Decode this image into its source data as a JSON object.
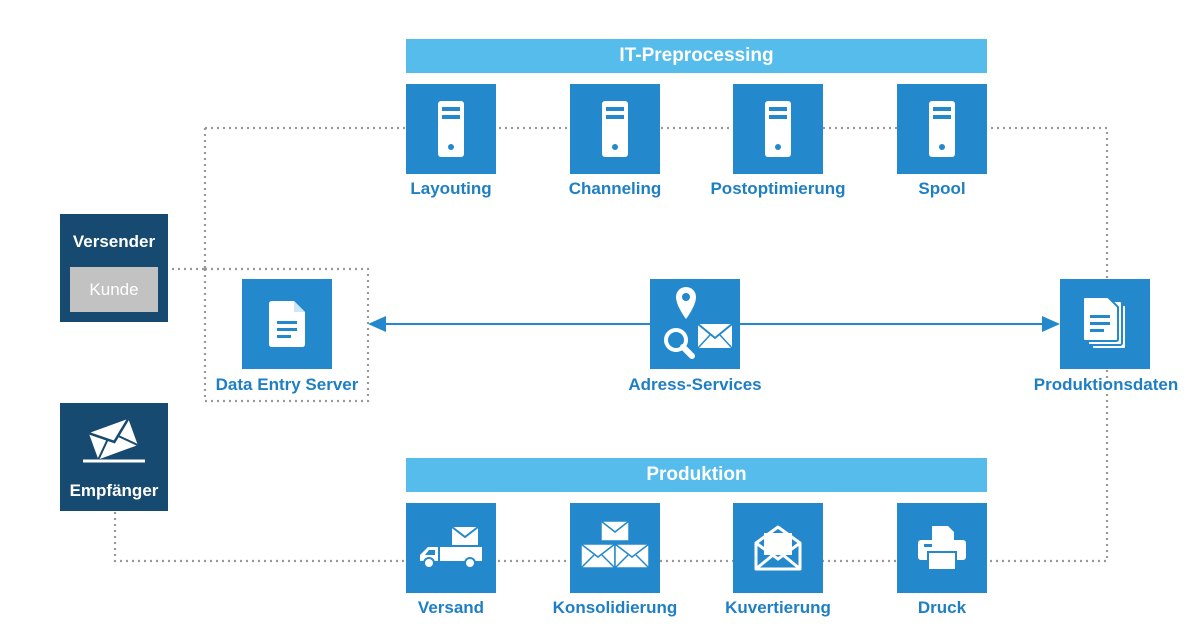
{
  "colors": {
    "primary": "#2389cc",
    "banner": "#56bcec",
    "dark": "#174a70",
    "label": "#1f7fc4",
    "line": "#999999"
  },
  "banners": {
    "top": "IT-Preprocessing",
    "bottom": "Produktion"
  },
  "preprocessing": [
    {
      "label": "Layouting",
      "icon": "server-icon"
    },
    {
      "label": "Channeling",
      "icon": "server-icon"
    },
    {
      "label": "Postoptimierung",
      "icon": "server-icon"
    },
    {
      "label": "Spool",
      "icon": "server-icon"
    }
  ],
  "middle": {
    "data_entry": {
      "label": "Data Entry Server",
      "icon": "document-icon"
    },
    "address": {
      "label": "Adress-Services",
      "icon": "address-search-icon"
    },
    "production_data": {
      "label": "Produktionsdaten",
      "icon": "documents-stack-icon"
    }
  },
  "production": [
    {
      "label": "Versand",
      "icon": "truck-mail-icon"
    },
    {
      "label": "Konsolidierung",
      "icon": "envelopes-icon"
    },
    {
      "label": "Kuvertierung",
      "icon": "open-envelope-icon"
    },
    {
      "label": "Druck",
      "icon": "printer-icon"
    }
  ],
  "sender": {
    "title": "Versender",
    "customer": "Kunde"
  },
  "recipient": {
    "title": "Empfänger",
    "icon": "mail-received-icon"
  }
}
